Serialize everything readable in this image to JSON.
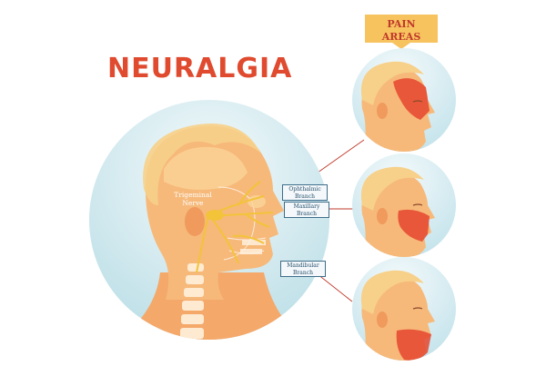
{
  "title": "NEURALGIA",
  "pain_areas": {
    "line1": "PAIN",
    "line2": "AREAS"
  },
  "nerve_label": {
    "line1": "Trigeminal",
    "line2": "Nerve"
  },
  "branches": [
    {
      "line1": "Ophthalmic",
      "line2": "Branch"
    },
    {
      "line1": "Maxillary",
      "line2": "Branch"
    },
    {
      "line1": "Mandibular",
      "line2": "Branch"
    }
  ],
  "colors": {
    "title": "#e04a2e",
    "tag": "#f7c35f",
    "circle_light": "#e8f4f7",
    "circle_dark": "#bfe0e8",
    "skin": "#f6b97a",
    "hair": "#f7d08a",
    "pain": "#e5452e",
    "nerve": "#f3c33a",
    "label_border": "#3d6d8a",
    "connector": "#c0392b"
  }
}
